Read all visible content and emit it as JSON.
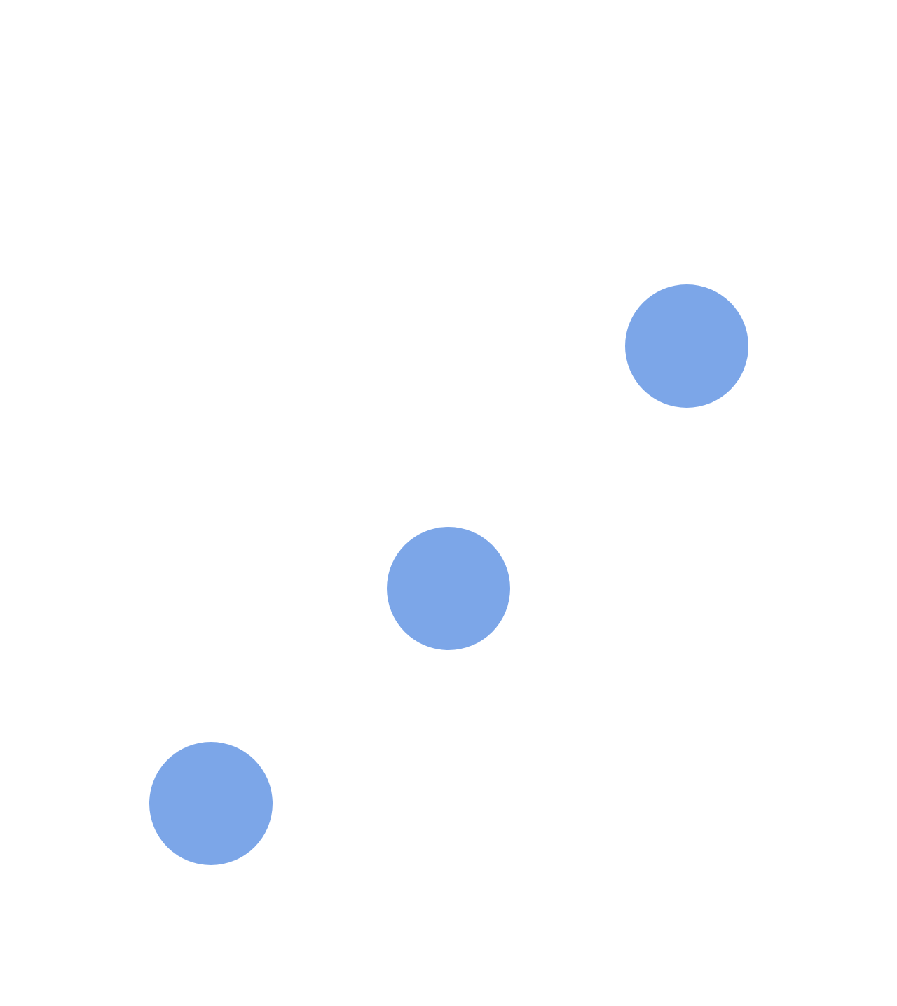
{
  "background_color": "#ffffff",
  "dot_color": "#7ca6e8",
  "dots": [
    {
      "id": "top-right"
    },
    {
      "id": "middle"
    },
    {
      "id": "bottom-left"
    }
  ]
}
